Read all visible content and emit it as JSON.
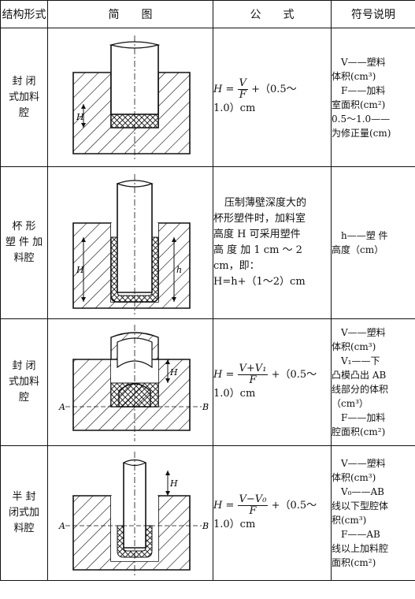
{
  "headers": [
    "结构形式",
    "简　　图",
    "公　　式",
    "符号说明"
  ],
  "rows": [
    {
      "struct": "封 闭\n式加料\n腔",
      "fig_labels": {
        "h": "H"
      },
      "formula": {
        "lhs": "H",
        "eq": "=",
        "num": "V",
        "den": "F",
        "tail": "+（0.5～",
        "line2": "1.0）cm"
      },
      "sym": [
        "V——塑料",
        "体积(cm³)",
        "F——加料",
        "室面积(cm²)",
        "0.5～1.0——",
        "为修正量(cm)"
      ]
    },
    {
      "struct": "杯 形\n塑 件 加\n料腔",
      "fig_labels": {
        "H": "H",
        "h": "h"
      },
      "formula_text": [
        "压制薄壁深度大的",
        "杯形塑件时，加料室",
        "高度 H 可采用塑件",
        "高 度 加 1 cm ～ 2",
        "cm，即：",
        "H=h+（1～2）cm"
      ],
      "sym": [
        "h——塑 件",
        "高度（cm）"
      ]
    },
    {
      "struct": "封 闭\n式加料\n腔",
      "fig_labels": {
        "A": "A",
        "B": "B",
        "H": "H"
      },
      "formula": {
        "lhs": "H",
        "eq": "=",
        "num": "V+V₁",
        "den": "F",
        "tail": "+（0.5～",
        "line2": "1.0）cm"
      },
      "sym": [
        "V——塑料",
        "体积(cm³)",
        "V₁——下",
        "凸模凸出 AB",
        "线部分的体积",
        "（cm³）",
        "F——加料",
        "腔面积(cm²)"
      ]
    },
    {
      "struct": "半 封\n闭式加\n料腔",
      "fig_labels": {
        "A": "A",
        "B": "B",
        "H": "H"
      },
      "formula": {
        "lhs": "H",
        "eq": "=",
        "num": "V−V₀",
        "den": "F",
        "tail": "+（0.5～",
        "line2": "1.0）cm"
      },
      "sym": [
        "V——塑料",
        "体积(cm³)",
        "V₀——AB",
        "线以下型腔体",
        "积(cm³)",
        "F——AB",
        "线以上加料腔",
        "面积(cm²)"
      ]
    }
  ]
}
